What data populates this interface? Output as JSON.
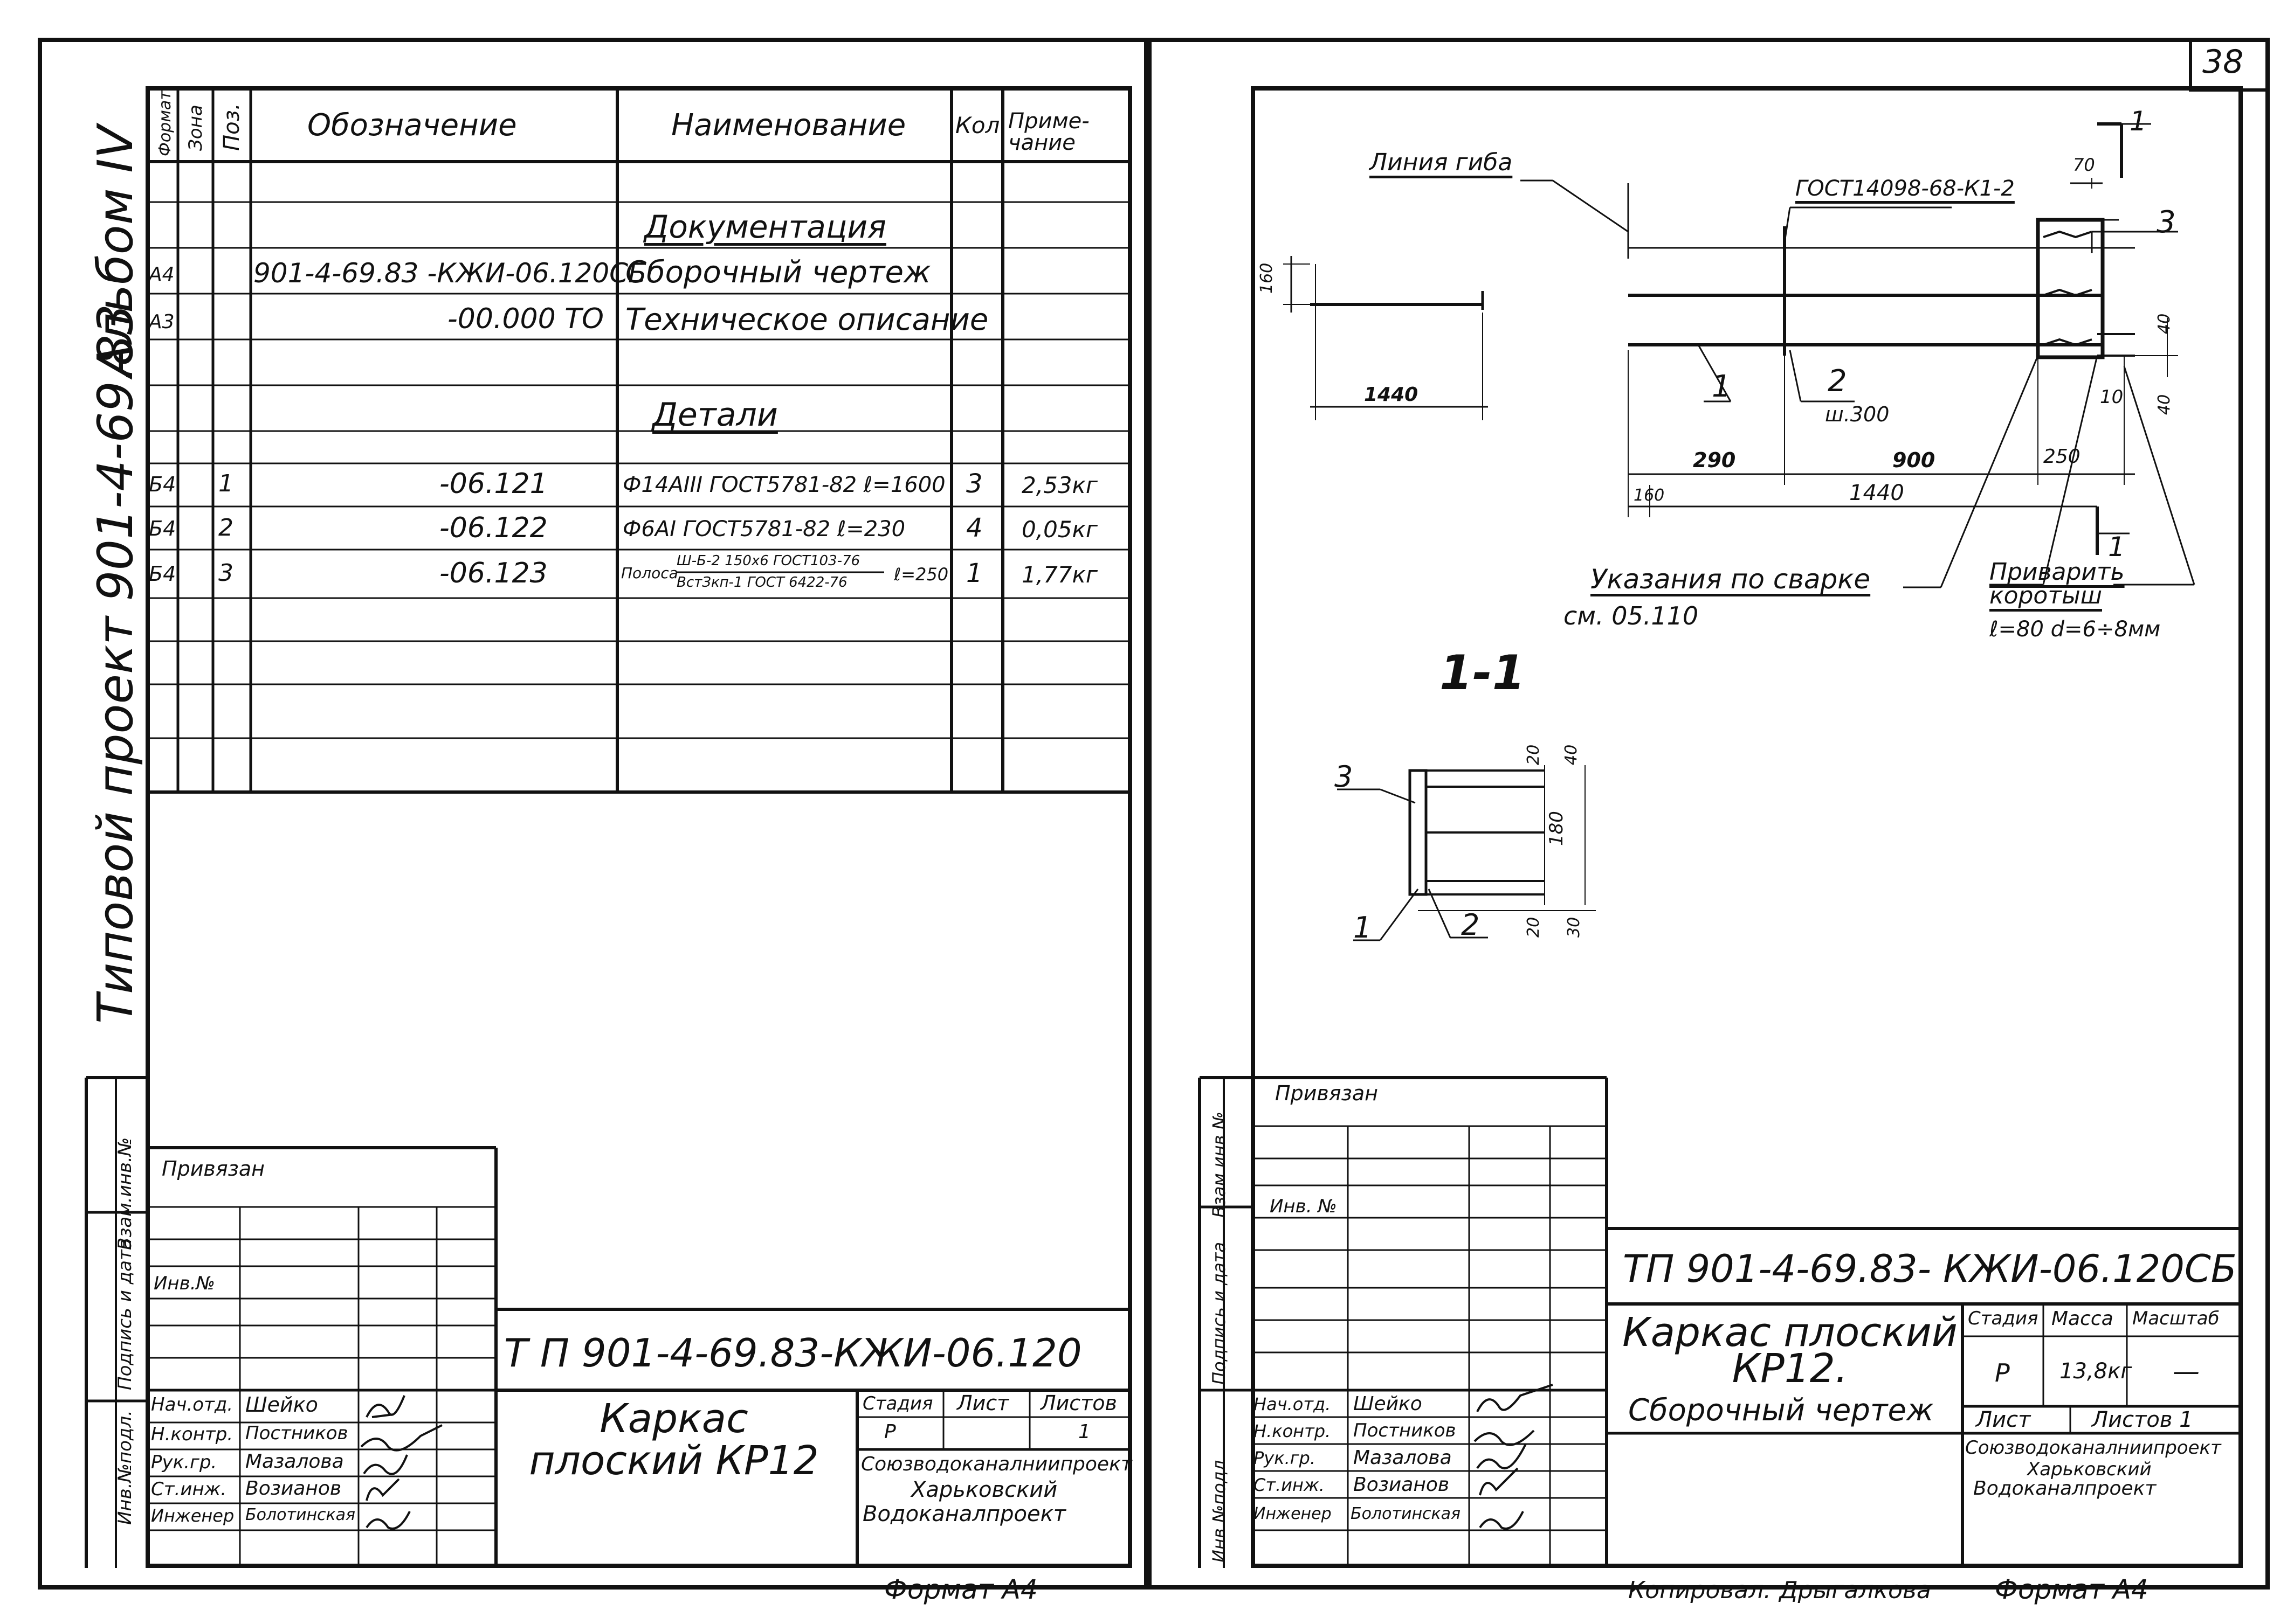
{
  "page_number": "38",
  "left_sheet": {
    "spine": {
      "album": "Альбом IV",
      "project": "Типовой проект 901-4-69.83"
    },
    "side_stamp": [
      "Инв.№подл.",
      "Подпись и дата",
      "Взам.инв.№"
    ],
    "spec_headers": {
      "format": "Формат",
      "zone": "Зона",
      "pos": "Поз.",
      "designation": "Обозначение",
      "name": "Наименование",
      "qty": "Кол.",
      "note": "Приме-чание"
    },
    "section_documentation": "Документация",
    "section_details": "Детали",
    "doc_rows": [
      {
        "format": "А4",
        "designation": "901-4-69.83 -КЖИ-06.120СБ",
        "name": "Сборочный чертеж"
      },
      {
        "format": "А3",
        "designation": "-00.000 ТО",
        "name": "Техническое описание"
      }
    ],
    "detail_rows": [
      {
        "format": "Б4",
        "pos": "1",
        "designation": "-06.121",
        "name": "Ф14АIII ГОСТ5781-82 ℓ=1600",
        "qty": "3",
        "note": "2,53кг"
      },
      {
        "format": "Б4",
        "pos": "2",
        "designation": "-06.122",
        "name": "Ф6АI ГОСТ5781-82 ℓ=230",
        "qty": "4",
        "note": "0,05кг"
      },
      {
        "format": "Б4",
        "pos": "3",
        "designation": "-06.123",
        "name_prefix": "Полоса",
        "name_top": "Ш-Б-2 150х6 ГОСТ103-76",
        "name_bottom": "ВстЗкп-1 ГОСТ 6422-76",
        "name_suffix": "ℓ=250",
        "qty": "1",
        "note": "1,77кг"
      }
    ],
    "privyazan": "Привязан",
    "inv_no": "Инв.№",
    "title_code": "Т П 901-4-69.83-КЖИ-06.120",
    "title_name": "Каркас плоский КР12",
    "stage_hdr": "Стадия",
    "sheet_hdr": "Лист",
    "sheets_hdr": "Листов",
    "stage": "Р",
    "sheets": "1",
    "org": [
      "Союзводоканалниипроект",
      "Харьковский",
      "Водоканалпроект"
    ],
    "staff": [
      {
        "role": "Нач.отд.",
        "name": "Шейко"
      },
      {
        "role": "Н.контр.",
        "name": "Постников"
      },
      {
        "role": "Рук.гр.",
        "name": "Мазалова"
      },
      {
        "role": "Ст.инж.",
        "name": "Возианов"
      },
      {
        "role": "Инженер",
        "name": "Болотинская"
      }
    ],
    "format_label": "Формат А4"
  },
  "right_sheet": {
    "labels": {
      "bend_line": "Линия гиба",
      "gost": "ГОСТ14098-68-К1-2",
      "pos3": "3",
      "pos1": "1",
      "pos2": "2",
      "step": "ш.300",
      "section_mark": "1",
      "weld_note": "Указания по сварке",
      "weld_ref": "см. 05.110",
      "weld_stub": "Приварить коротыш",
      "weld_stub_size": "ℓ=80 d=6÷8мм",
      "section_title": "1-1"
    },
    "dims": {
      "d160": "160",
      "d1440a": "1440",
      "d70": "70",
      "d40a": "40",
      "d10": "10",
      "d40b": "40",
      "d290": "290",
      "d900": "900",
      "d250": "250",
      "d160b": "160",
      "d1440b": "1440",
      "s20a": "20",
      "s40": "40",
      "s180": "180",
      "s20b": "20",
      "s30": "30"
    },
    "privyazan": "Привязан",
    "inv_no": "Инв. №",
    "title_code": "ТП 901-4-69.83- КЖИ-06.120СБ",
    "title_name": "Каркас плоский КР12.",
    "title_doc": "Сборочный чертеж",
    "stage_hdr": "Стадия",
    "mass_hdr": "Масса",
    "scale_hdr": "Масштаб",
    "stage": "Р",
    "mass": "13,8кг",
    "scale": "—",
    "sheet_lbl": "Лист",
    "sheets_lbl": "Листов 1",
    "org": [
      "Союзводоканалниипроект",
      "Харьковский",
      "Водоканалпроект"
    ],
    "staff": [
      {
        "role": "Нач.отд.",
        "name": "Шейко"
      },
      {
        "role": "Н.контр.",
        "name": "Постников"
      },
      {
        "role": "Рук.гр.",
        "name": "Мазалова"
      },
      {
        "role": "Ст.инж.",
        "name": "Возианов"
      },
      {
        "role": "Инженер",
        "name": "Болотинская"
      }
    ],
    "copied_by": "Копировал: Дрыгалкова",
    "format_label": "Формат А4"
  }
}
